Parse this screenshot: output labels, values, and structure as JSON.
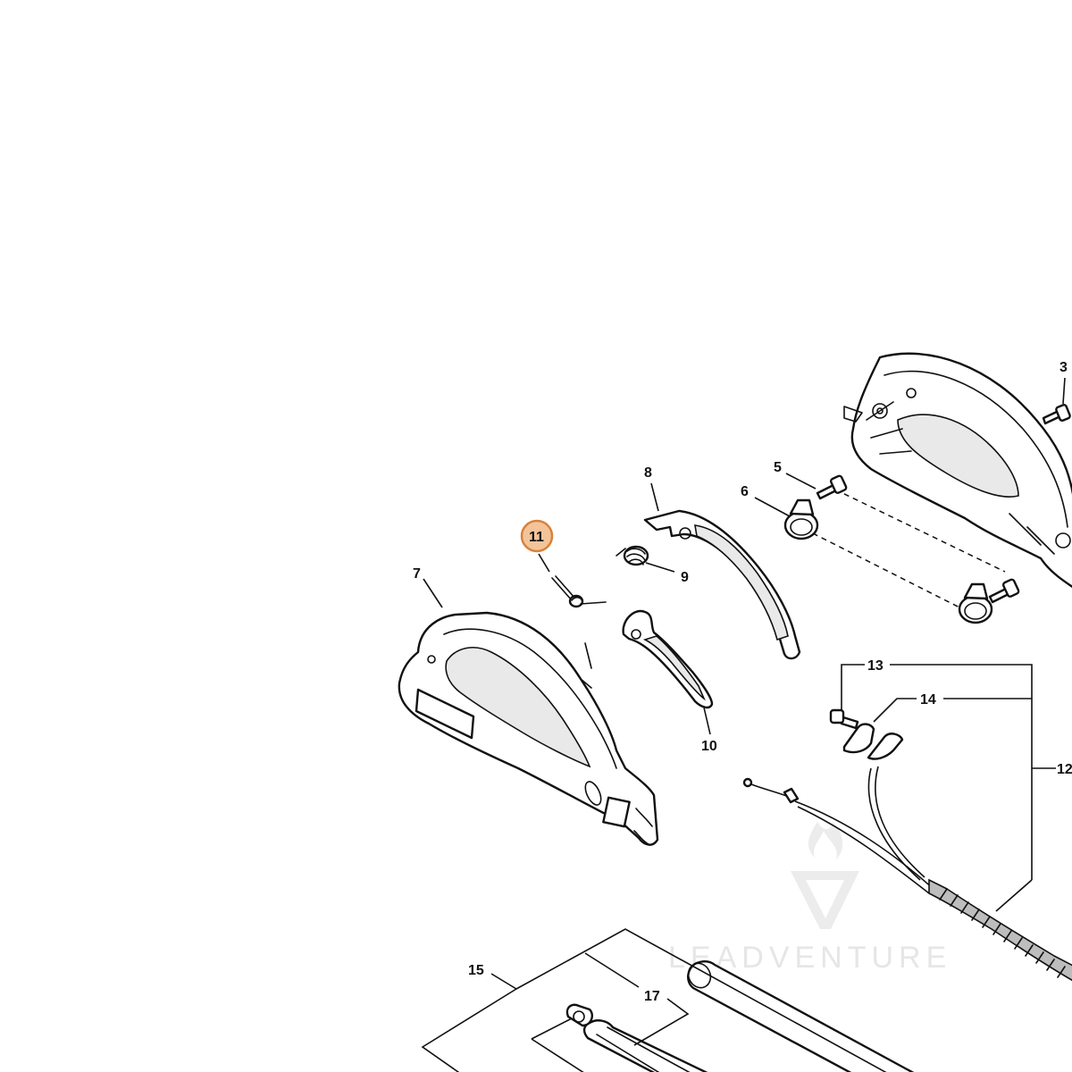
{
  "diagram": {
    "callouts": {
      "c3": "3",
      "c5": "5",
      "c6": "6",
      "c7": "7",
      "c8": "8",
      "c9": "9",
      "c10": "10",
      "c11": "11",
      "c12": "12",
      "c13": "13",
      "c14": "14",
      "c15": "15",
      "c17": "17"
    },
    "highlighted_callout": "11",
    "highlight_color": "#f3c49a",
    "highlight_border_color": "#d9823a",
    "watermark": {
      "text": "LEADVENTURE",
      "icon": "flame-v-logo-icon"
    }
  }
}
